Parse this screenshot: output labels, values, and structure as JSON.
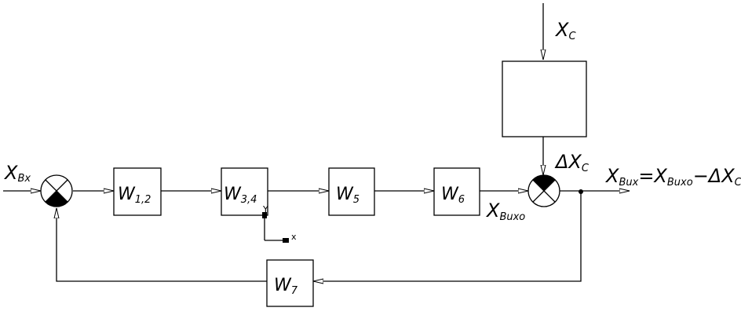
{
  "labels": {
    "input_main": "X",
    "input_sub": "Bx",
    "disturbance_main": "X",
    "disturbance_sub": "C",
    "delta_prefix": "ΔX",
    "delta_sub": "C",
    "intermediate_main": "X",
    "intermediate_sub": "Buxo",
    "output_eq_x1": "X",
    "output_eq_sub1": "Bux",
    "output_eq_eq": "=X",
    "output_eq_sub2": "Buxo",
    "output_eq_minus": "−ΔX",
    "output_eq_sub3": "C",
    "axis_y": "Y",
    "axis_x": "x"
  },
  "blocks": [
    {
      "id": "w12",
      "main": "W",
      "sub": "1,2"
    },
    {
      "id": "w34",
      "main": "W",
      "sub": "3,4"
    },
    {
      "id": "w5",
      "main": "W",
      "sub": "5"
    },
    {
      "id": "w6",
      "main": "W",
      "sub": "6"
    },
    {
      "id": "w7",
      "main": "W",
      "sub": "7"
    }
  ]
}
